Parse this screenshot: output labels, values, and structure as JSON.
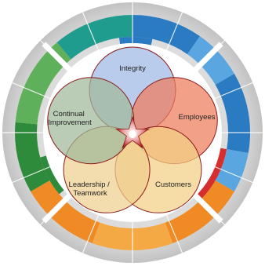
{
  "values": [
    {
      "id": "integrity",
      "lines": [
        "Integrity"
      ],
      "color": "#9fb8e3"
    },
    {
      "id": "employees",
      "lines": [
        "Employees"
      ],
      "color": "#ef7b5c"
    },
    {
      "id": "customers",
      "lines": [
        "Customers"
      ],
      "color": "#f2cf83"
    },
    {
      "id": "leadership-teamwork",
      "lines": [
        "Leadership /",
        "Teamwork"
      ],
      "color": "#efcf8e"
    },
    {
      "id": "continual-improvement",
      "lines": [
        "Continual",
        "Improvement"
      ],
      "color": "#9fb89a"
    }
  ],
  "colors": {
    "outline": "#8b1a1a",
    "outer_ring": "#d9d9d9",
    "inner_ring": "#ffffff",
    "blue": "#2a7bc1",
    "blue_light": "#5aa6e0",
    "green": "#2e8b3c",
    "green_light": "#5fb05a",
    "orange": "#f08a24",
    "orange_light": "#f5a944",
    "red": "#d62e2e",
    "teal": "#1f9c8e"
  }
}
